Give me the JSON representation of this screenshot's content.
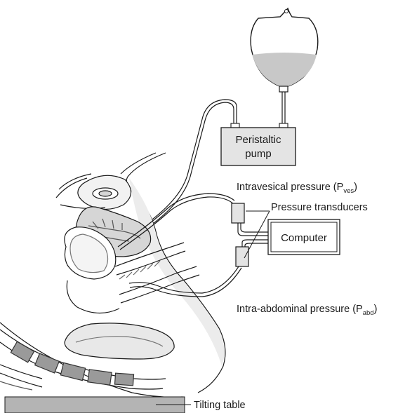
{
  "diagram": {
    "labels": {
      "pump_line1": "Peristaltic",
      "pump_line2": "pump",
      "intravesical_main": "Intravesical pressure (P",
      "intravesical_sub": "ves",
      "intravesical_close": ")",
      "transducers": "Pressure transducers",
      "computer": "Computer",
      "abdominal_main": "Intra-abdominal pressure (P",
      "abdominal_sub": "abd",
      "abdominal_close": ")",
      "table": "Tilting table"
    }
  },
  "colors": {
    "line": "#1a1a1a",
    "fluid": "#c8c8c8",
    "box_fill": "#e4e4e4",
    "table_fill": "#b4b4b4",
    "tissue": "#d6d6d6",
    "bone": "#9a9a9a"
  }
}
